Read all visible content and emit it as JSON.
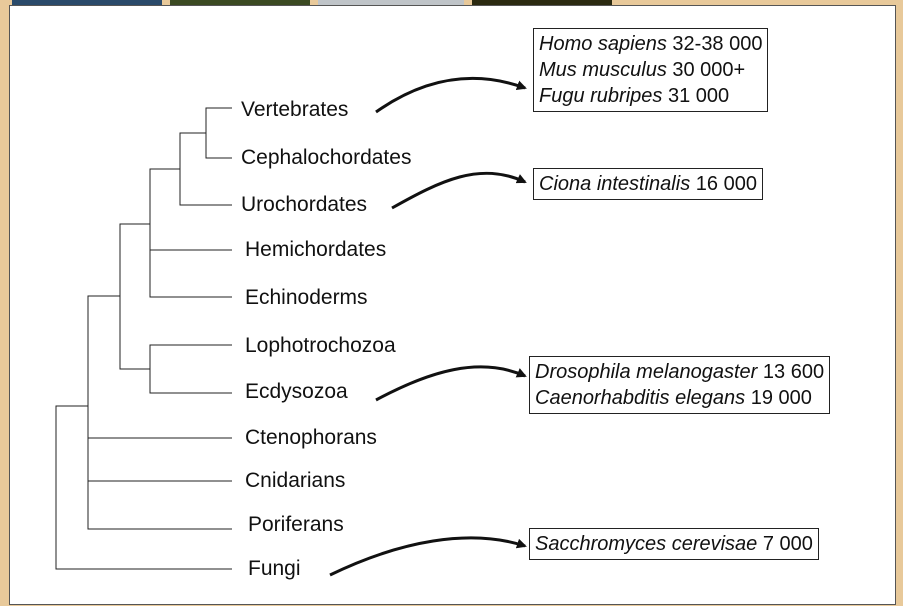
{
  "taxa": [
    "Vertebrates",
    "Cephalochordates",
    "Urochordates",
    "Hemichordates",
    "Echinoderms",
    "Lophotrochozoa",
    "Ecdysozoa",
    "Ctenophorans",
    "Cnidarians",
    "Poriferans",
    "Fungi"
  ],
  "gene_boxes": {
    "vertebrates": [
      {
        "species": "Homo sapiens",
        "count": "32-38 000"
      },
      {
        "species": "Mus musculus",
        "count": "30 000+"
      },
      {
        "species": "Fugu rubripes",
        "count": "31 000"
      }
    ],
    "urochordates": [
      {
        "species": "Ciona intestinalis",
        "count": "16 000"
      }
    ],
    "ecdysozoa": [
      {
        "species": "Drosophila melanogaster",
        "count": "13 600"
      },
      {
        "species": "Caenorhabditis elegans",
        "count": "19 000"
      }
    ],
    "fungi": [
      {
        "species": "Sacchromyces cerevisae",
        "count": "7 000"
      }
    ]
  },
  "colors": {
    "background_border": "#e8c99a",
    "panel": "#ffffff",
    "lines": "#222222"
  }
}
